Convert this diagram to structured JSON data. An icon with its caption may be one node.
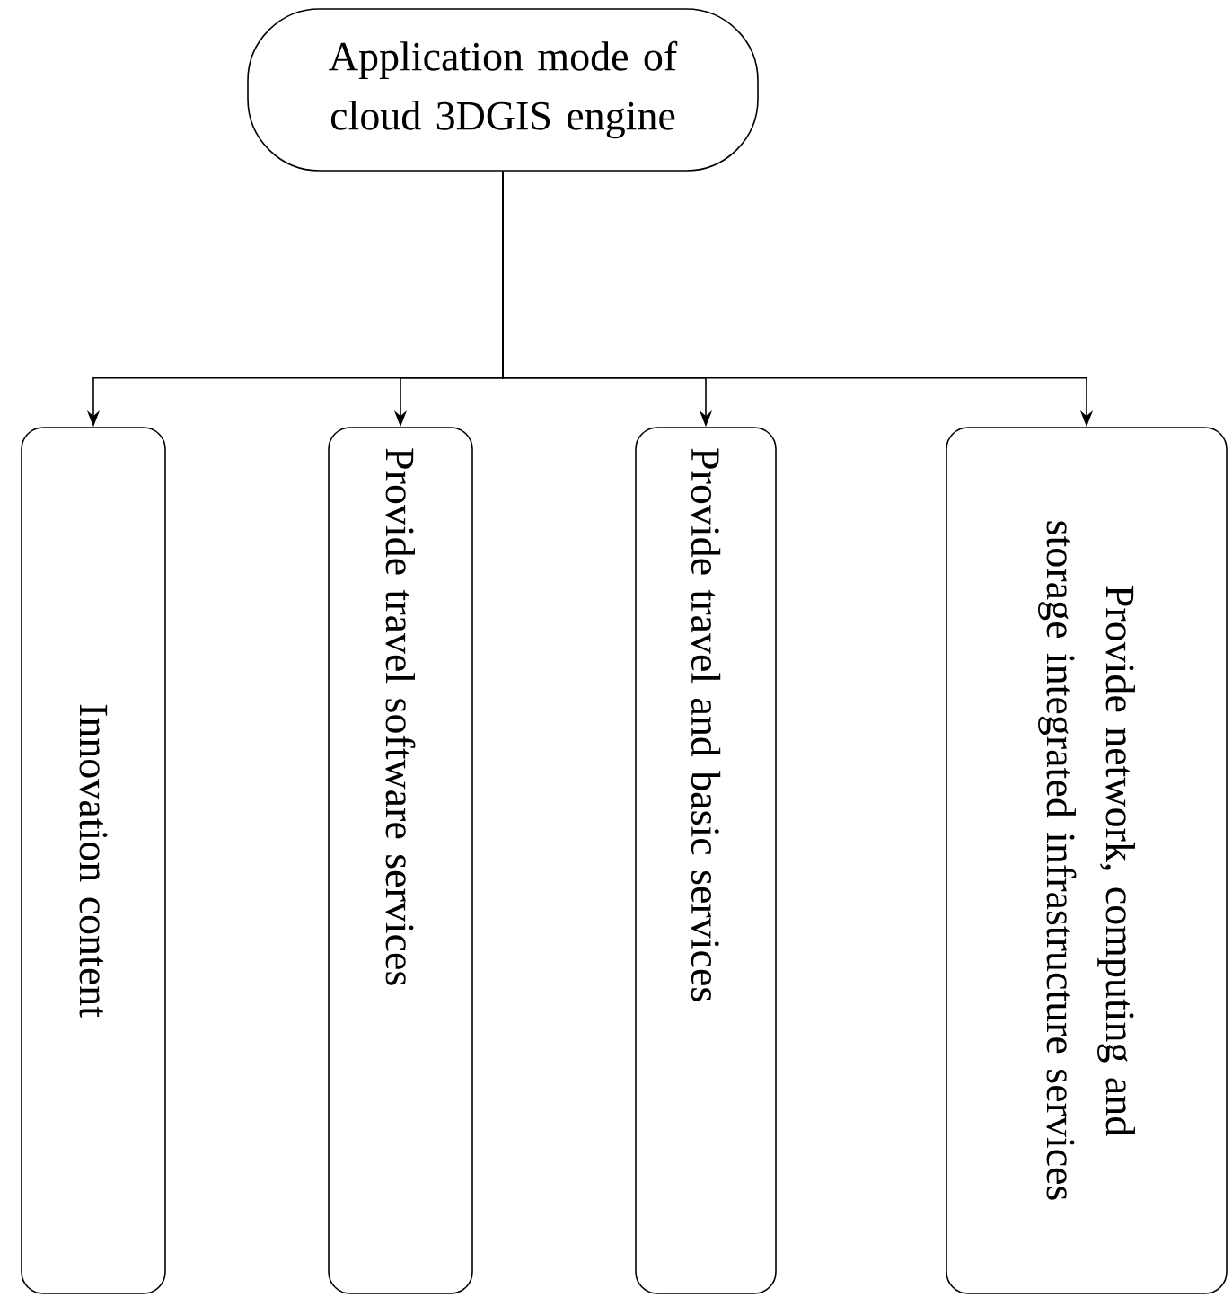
{
  "diagram": {
    "nodes": [
      {
        "text": [
          "Application mode of cloud 3DGIS engine"
        ]
      },
      {
        "text": [
          "Innovation content"
        ]
      },
      {
        "text": [
          "Provide travel software services"
        ]
      },
      {
        "text": [
          "Provide travel and basic services"
        ]
      },
      {
        "text": [
          "Provide network, computing and storage integrated infrastructure services"
        ]
      }
    ],
    "edges": [
      {
        "from": 0,
        "to": 1,
        "arrow": "to"
      },
      {
        "from": 0,
        "to": 2,
        "arrow": "to"
      },
      {
        "from": 0,
        "to": 3,
        "arrow": "to"
      },
      {
        "from": 0,
        "to": 4,
        "arrow": "to"
      }
    ]
  }
}
